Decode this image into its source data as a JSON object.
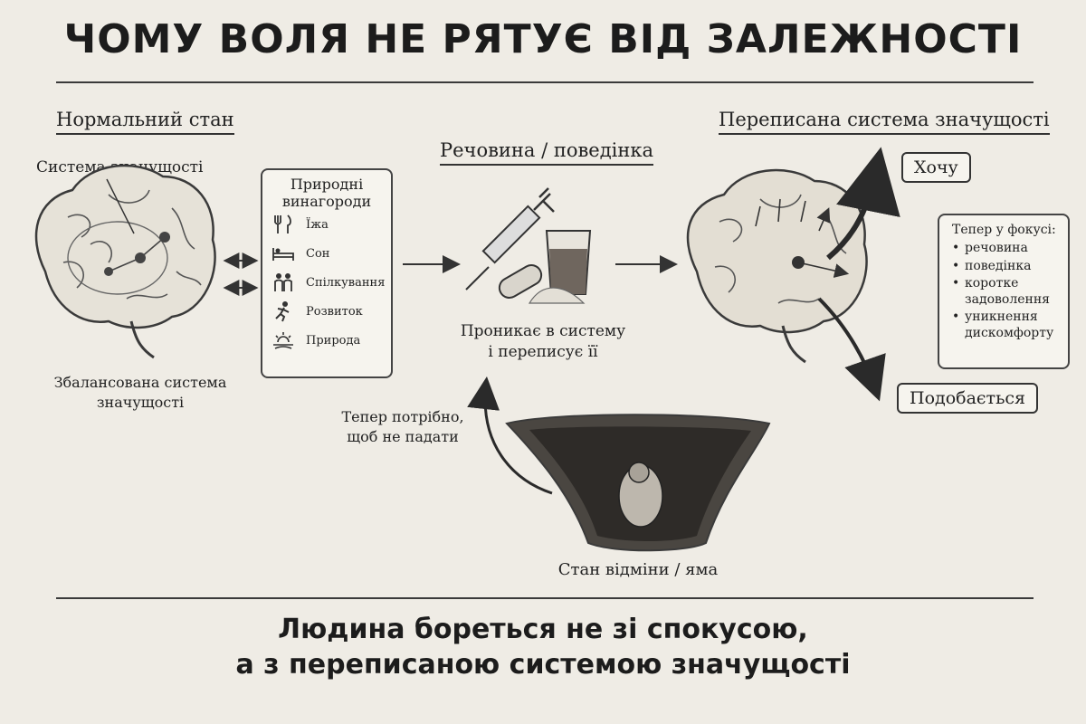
{
  "title": "ЧОМУ ВОЛЯ НЕ РЯТУЄ ВІД ЗАЛЕЖНОСТІ",
  "normal": {
    "heading": "Нормальний стан",
    "system_label": "Система значущості",
    "balanced_label": "Збалансована система значущості"
  },
  "rewards": {
    "title": "Природні винагороди",
    "items": [
      {
        "icon": "fork-knife-icon",
        "label": "Їжа"
      },
      {
        "icon": "bed-icon",
        "label": "Сон"
      },
      {
        "icon": "people-icon",
        "label": "Спілкування"
      },
      {
        "icon": "running-person-icon",
        "label": "Розвиток"
      },
      {
        "icon": "sunrise-book-icon",
        "label": "Природа"
      }
    ]
  },
  "substance": {
    "heading": "Речовина / поведінка",
    "caption_line1": "Проникає в систему",
    "caption_line2": "і переписує її"
  },
  "rewritten": {
    "heading": "Переписана система значущості",
    "want": "Хочу",
    "like": "Подобається",
    "focus_title": "Тепер у фокусі:",
    "focus_items": [
      "речовина",
      "поведінка",
      "коротке задоволення",
      "уникнення дискомфорту"
    ]
  },
  "pit": {
    "need_line1": "Тепер потрібно,",
    "need_line2": "щоб не падати",
    "caption": "Стан відміни / яма"
  },
  "footer": {
    "line1": "Людина бореться не зі спокусою,",
    "line2": "а з переписаною системою значущості"
  },
  "colors": {
    "background": "#efece5",
    "ink": "#222222"
  }
}
